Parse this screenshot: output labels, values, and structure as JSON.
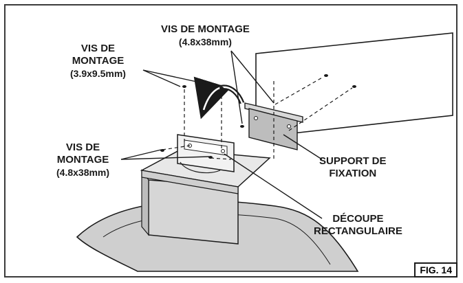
{
  "labels": {
    "screw_top_right": {
      "line1": "VIS DE MONTAGE",
      "line2": "(4.8x38mm)"
    },
    "screw_top_left": {
      "line1": "VIS DE",
      "line2": "MONTAGE",
      "line3": "(3.9x9.5mm)"
    },
    "screw_left": {
      "line1": "VIS DE",
      "line2": "MONTAGE",
      "line3": "(4.8x38mm)"
    },
    "bracket": {
      "line1": "SUPPORT DE",
      "line2": "FIXATION"
    },
    "cutout": {
      "line1": "DÉCOUPE",
      "line2": "RECTANGULAIRE"
    }
  },
  "figure_label": "FIG. 14"
}
